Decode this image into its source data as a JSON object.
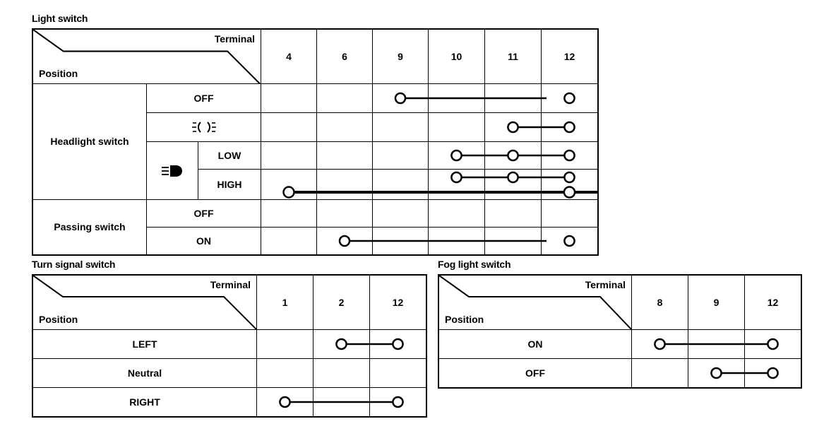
{
  "tables": [
    {
      "id": "light-switch",
      "caption": "Light switch",
      "corner": {
        "terminal_label": "Terminal",
        "position_label": "Position"
      },
      "terminals": [
        "4",
        "6",
        "9",
        "10",
        "11",
        "12"
      ],
      "groups": [
        {
          "name": "Headlight switch",
          "rows": [
            {
              "label": "OFF",
              "label_type": "text",
              "connections": [
                {
                  "from": "9",
                  "to": "12",
                  "thick": false,
                  "offset": 0
                }
              ]
            },
            {
              "label": "position-lamp-icon",
              "label_type": "icon",
              "icon": "position-lamp",
              "connections": [
                {
                  "from": "11",
                  "to": "12",
                  "thick": false,
                  "offset": 0
                }
              ]
            },
            {
              "label": "LOW",
              "label_type": "text",
              "sub_icon": "headlamp",
              "connections": [
                {
                  "from": "10",
                  "to": "12",
                  "thick": false,
                  "offset": 0
                }
              ]
            },
            {
              "label": "HIGH",
              "label_type": "text",
              "sub_icon": "headlamp",
              "connections": [
                {
                  "from": "10",
                  "to": "12",
                  "thick": false,
                  "offset": -8
                },
                {
                  "from": "4",
                  "to": "12",
                  "thick": true,
                  "offset": 10
                }
              ]
            }
          ]
        },
        {
          "name": "Passing switch",
          "rows": [
            {
              "label": "OFF",
              "label_type": "text",
              "connections": []
            },
            {
              "label": "ON",
              "label_type": "text",
              "connections": [
                {
                  "from": "6",
                  "to": "12",
                  "thick": false,
                  "offset": 0
                }
              ]
            }
          ]
        }
      ]
    },
    {
      "id": "turn-signal-switch",
      "caption": "Turn signal switch",
      "corner": {
        "terminal_label": "Terminal",
        "position_label": "Position"
      },
      "terminals": [
        "1",
        "2",
        "12"
      ],
      "rows": [
        {
          "label": "LEFT",
          "connections": [
            {
              "from": "2",
              "to": "12",
              "thick": false,
              "offset": 0
            }
          ]
        },
        {
          "label": "Neutral",
          "connections": []
        },
        {
          "label": "RIGHT",
          "connections": [
            {
              "from": "1",
              "to": "12",
              "thick": false,
              "offset": 0
            }
          ]
        }
      ]
    },
    {
      "id": "fog-light-switch",
      "caption": "Fog light switch",
      "corner": {
        "terminal_label": "Terminal",
        "position_label": "Position"
      },
      "terminals": [
        "8",
        "9",
        "12"
      ],
      "rows": [
        {
          "label": "ON",
          "connections": [
            {
              "from": "8",
              "to": "12",
              "thick": false,
              "offset": 0
            }
          ]
        },
        {
          "label": "OFF",
          "connections": [
            {
              "from": "9",
              "to": "12",
              "thick": false,
              "offset": 0
            }
          ]
        }
      ]
    }
  ],
  "colors": {
    "line": "#000000",
    "background": "#ffffff"
  }
}
